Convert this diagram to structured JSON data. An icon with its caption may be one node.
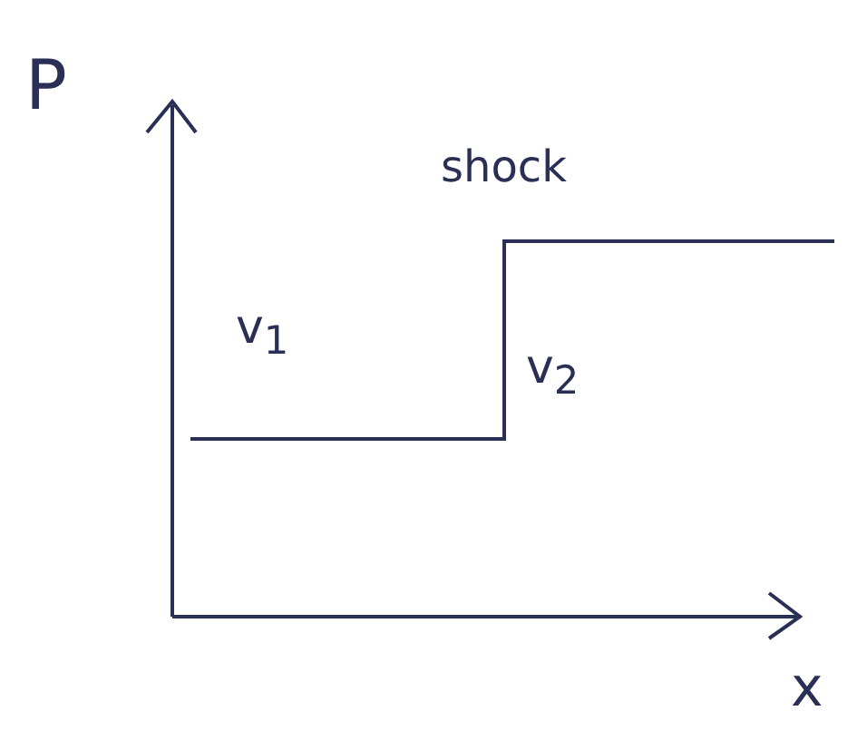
{
  "diagram": {
    "labels": [
      "P",
      "shock",
      "v$_{1}$",
      "v$_{2}$",
      "x"
    ]
  }
}
